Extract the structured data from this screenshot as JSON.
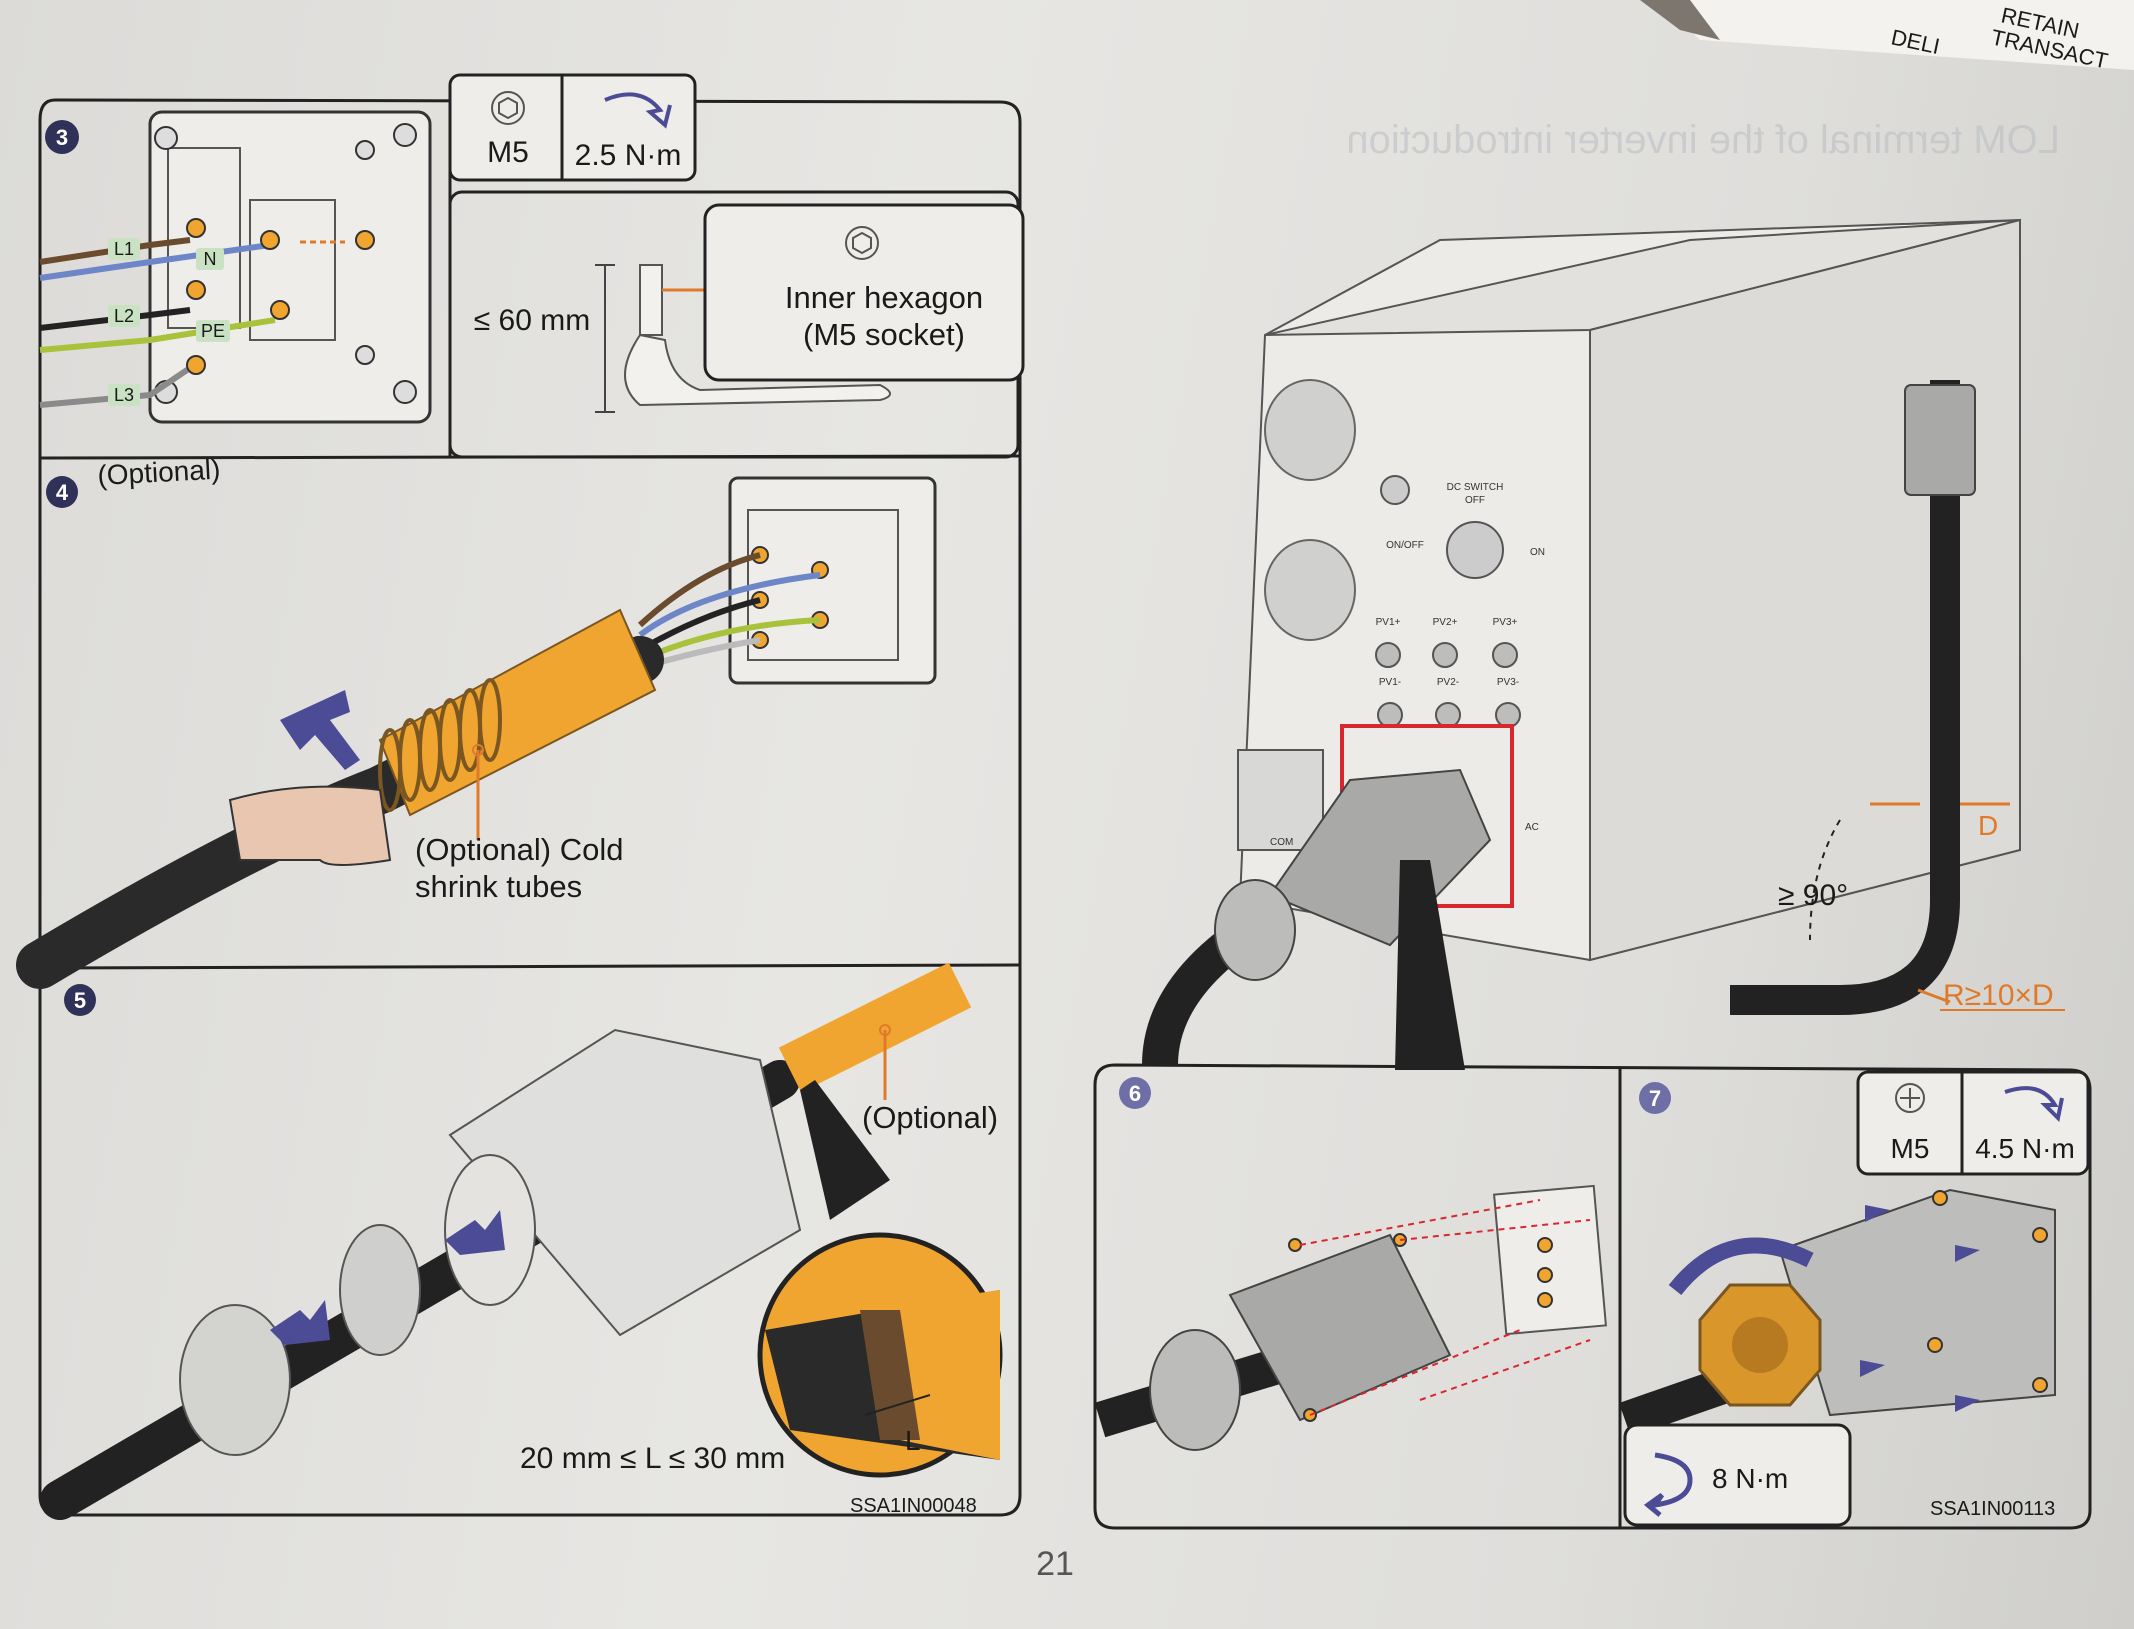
{
  "page": {
    "page_number": "21",
    "corner_note": [
      "RETAIN",
      "TRANSACT",
      "DELI"
    ],
    "bleed_heading": "LOM terminal of the inverter introduction"
  },
  "left_panel": {
    "step3": {
      "number": "3",
      "bolt_label": "M5",
      "torque_label": "2.5 N·m",
      "wire_labels": [
        "L1",
        "N",
        "L2",
        "PE",
        "L3"
      ],
      "length_label": "≤ 60 mm",
      "tool_title": "Inner hexagon",
      "tool_sub": "(M5 socket)"
    },
    "step4": {
      "number": "4",
      "optional_label": "(Optional)",
      "callout_line1": "(Optional) Cold",
      "callout_line2": "shrink tubes"
    },
    "step5": {
      "number": "5",
      "optional_label": "(Optional)",
      "length_rule": "20 mm ≤ L ≤ 30 mm",
      "l_label": "L",
      "code": "SSA1IN00048"
    }
  },
  "right_panel": {
    "inverter_labels": [
      "ON/OFF",
      "DC SWITCH",
      "OFF",
      "ON",
      "PV1+",
      "PV2+",
      "PV3+",
      "PV1-",
      "PV2-",
      "PV3-",
      "COM",
      "AC"
    ],
    "bend_angle": "≥ 90°",
    "diameter_label": "D",
    "radius_label": "R≥10×D",
    "step6": {
      "number": "6"
    },
    "step7": {
      "number": "7",
      "bolt_label": "M5",
      "torque_label": "4.5 N·m",
      "nut_torque": "8 N·m",
      "code": "SSA1IN00113"
    }
  },
  "colors": {
    "orange": "#f0a531",
    "accent_purple": "#4b4c95",
    "marker_red": "#d9272e",
    "line_orange": "#e07a2a"
  }
}
